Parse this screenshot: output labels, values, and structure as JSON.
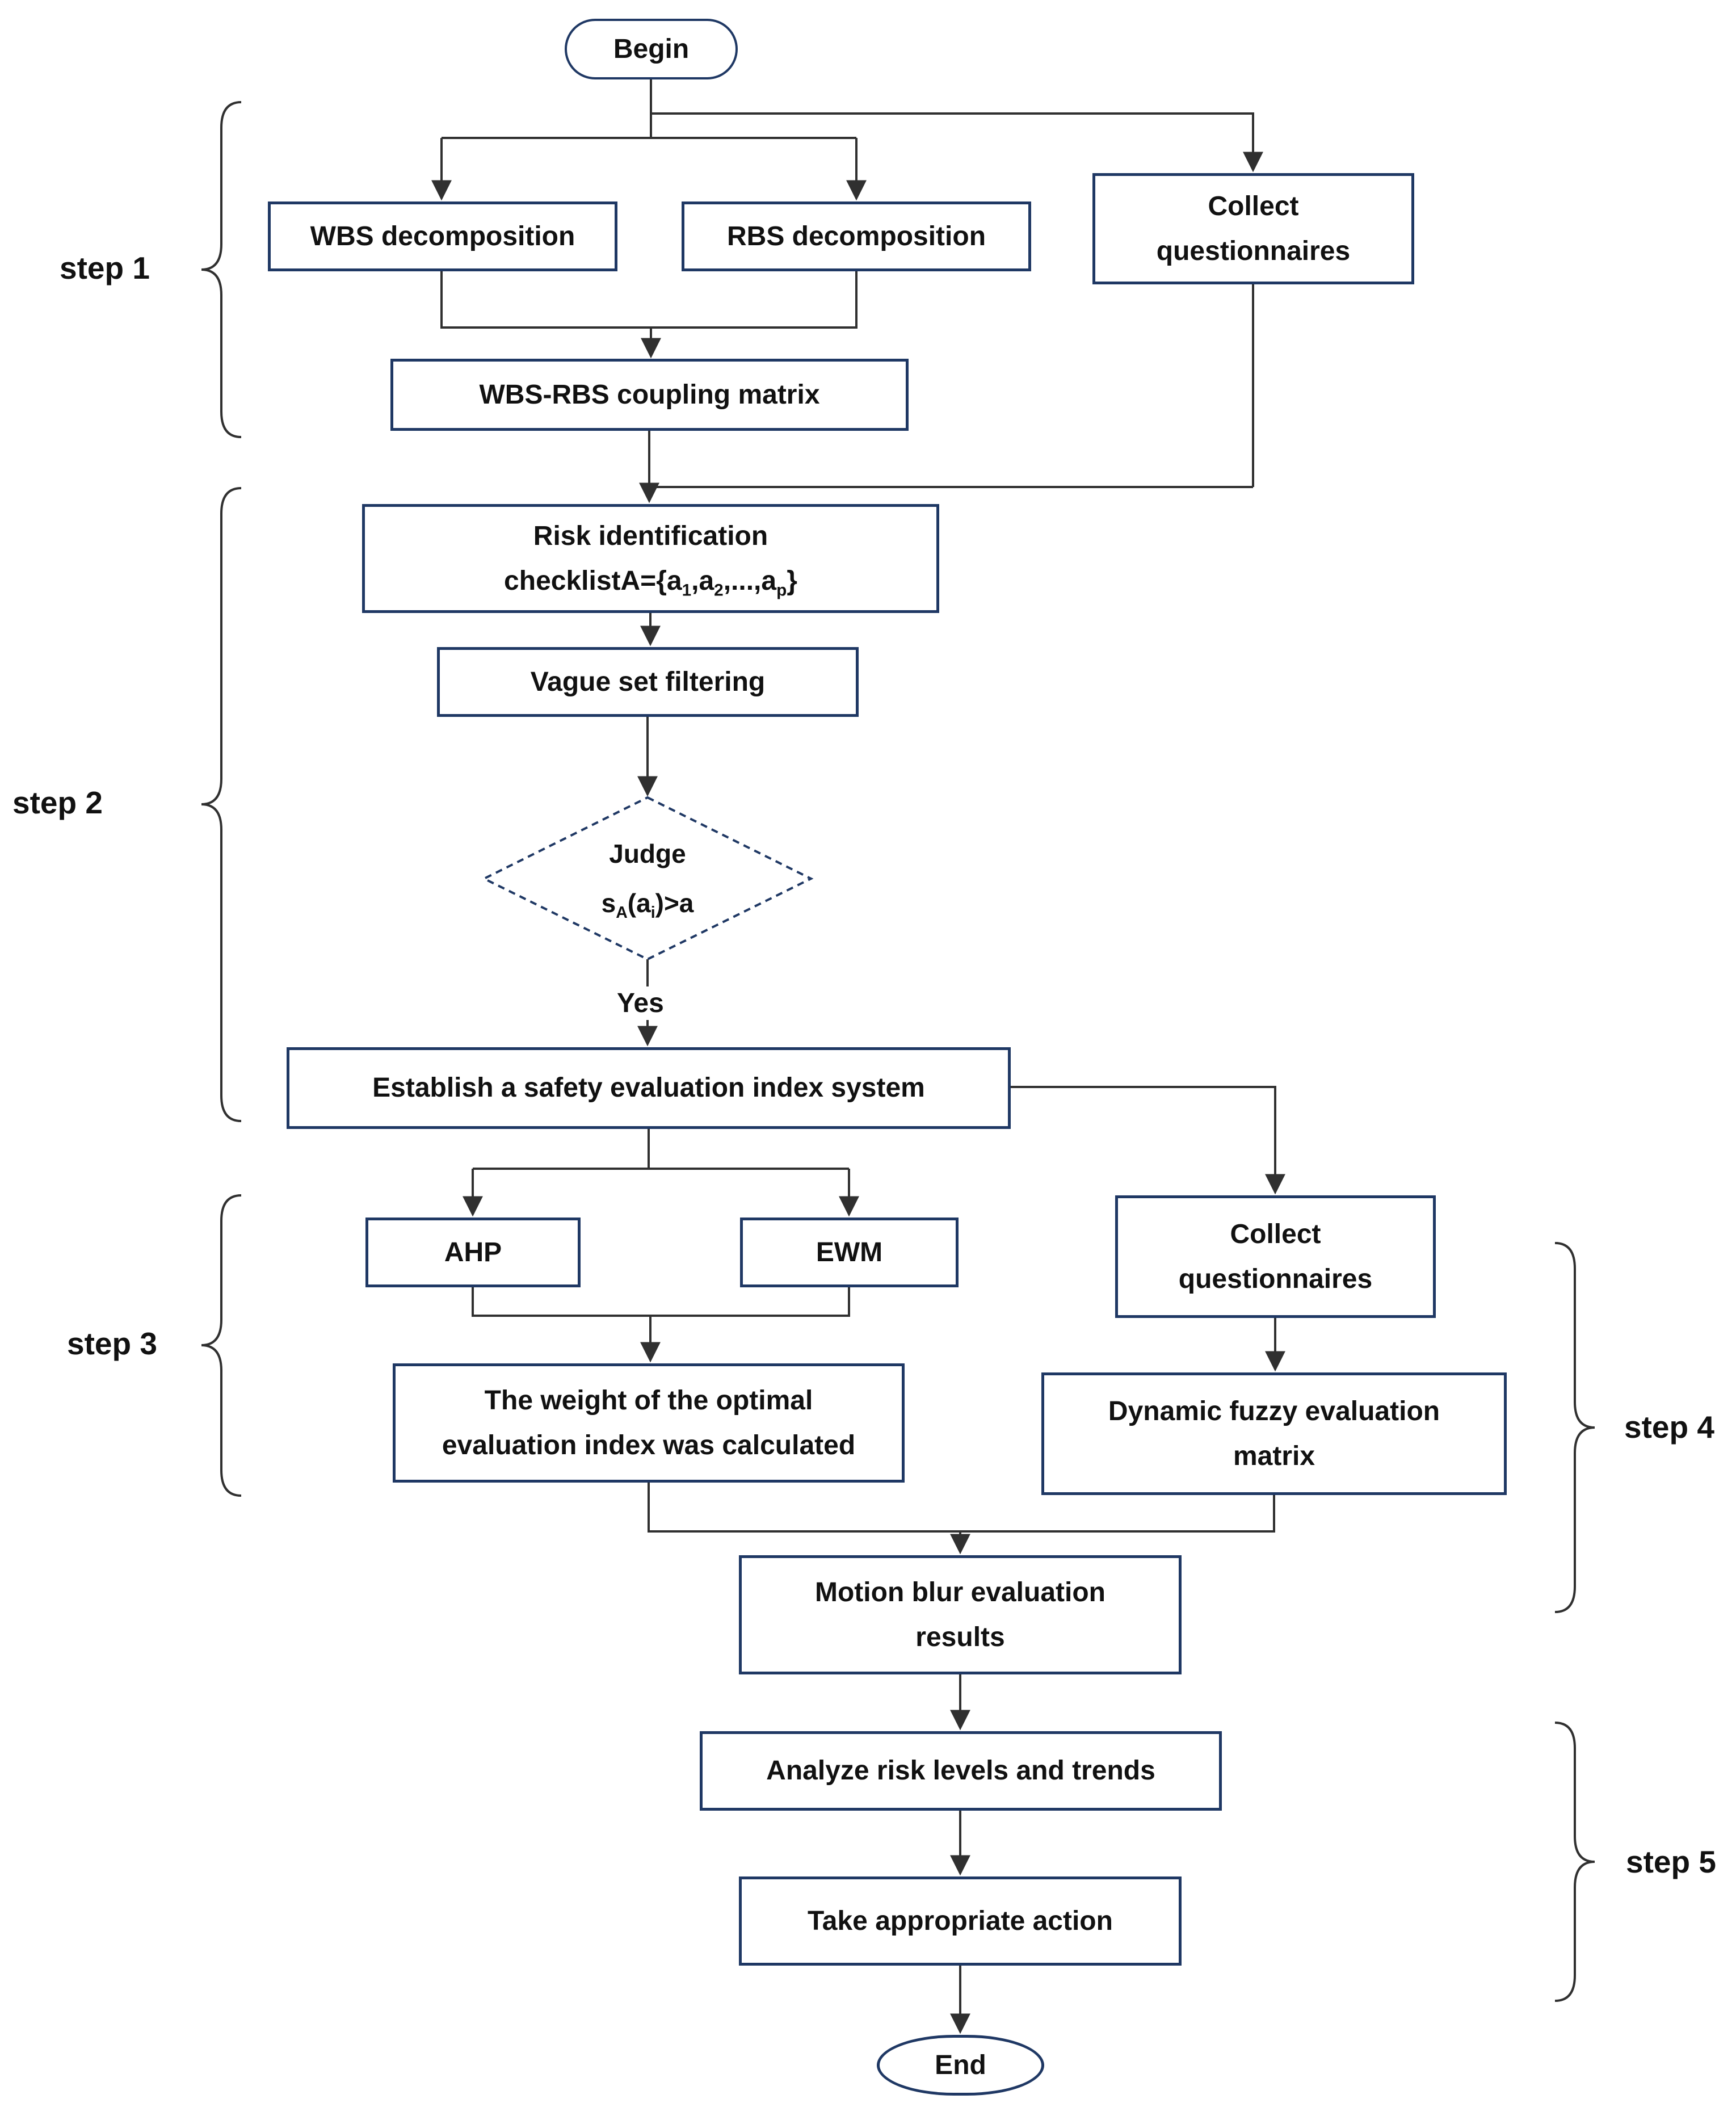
{
  "flowchart": {
    "nodes": {
      "begin": "Begin",
      "wbs": "WBS decomposition",
      "rbs": "RBS decomposition",
      "collect_questionnaires_top": "Collect\nquestionnaires",
      "coupling_matrix": "WBS-RBS coupling matrix",
      "risk_checklist": "Risk identification\nchecklistA={a_{1},a_{2},...,a_{p}}",
      "vague_filtering": "Vague set filtering",
      "judge": "Judge\ns_{A}(a_{i})>a",
      "establish_index": "Establish a safety evaluation index system",
      "ahp": "AHP",
      "ewm": "EWM",
      "collect_questionnaires_mid": "Collect\nquestionnaires",
      "weight_calculated": "The weight of the optimal\nevaluation index was calculated",
      "dynamic_fuzzy": "Dynamic fuzzy evaluation\nmatrix",
      "motion_blur": "Motion blur evaluation\nresults",
      "analyze_risk": "Analyze risk levels and trends",
      "take_action": "Take appropriate action",
      "end": "End"
    },
    "labels": {
      "yes": "Yes"
    },
    "steps": [
      {
        "label": "step 1"
      },
      {
        "label": "step 2"
      },
      {
        "label": "step 3"
      },
      {
        "label": "step 4"
      },
      {
        "label": "step 5"
      }
    ],
    "colors": {
      "box_border": "#1f3864",
      "line": "#303030",
      "text": "#111111",
      "background": "#ffffff"
    }
  }
}
